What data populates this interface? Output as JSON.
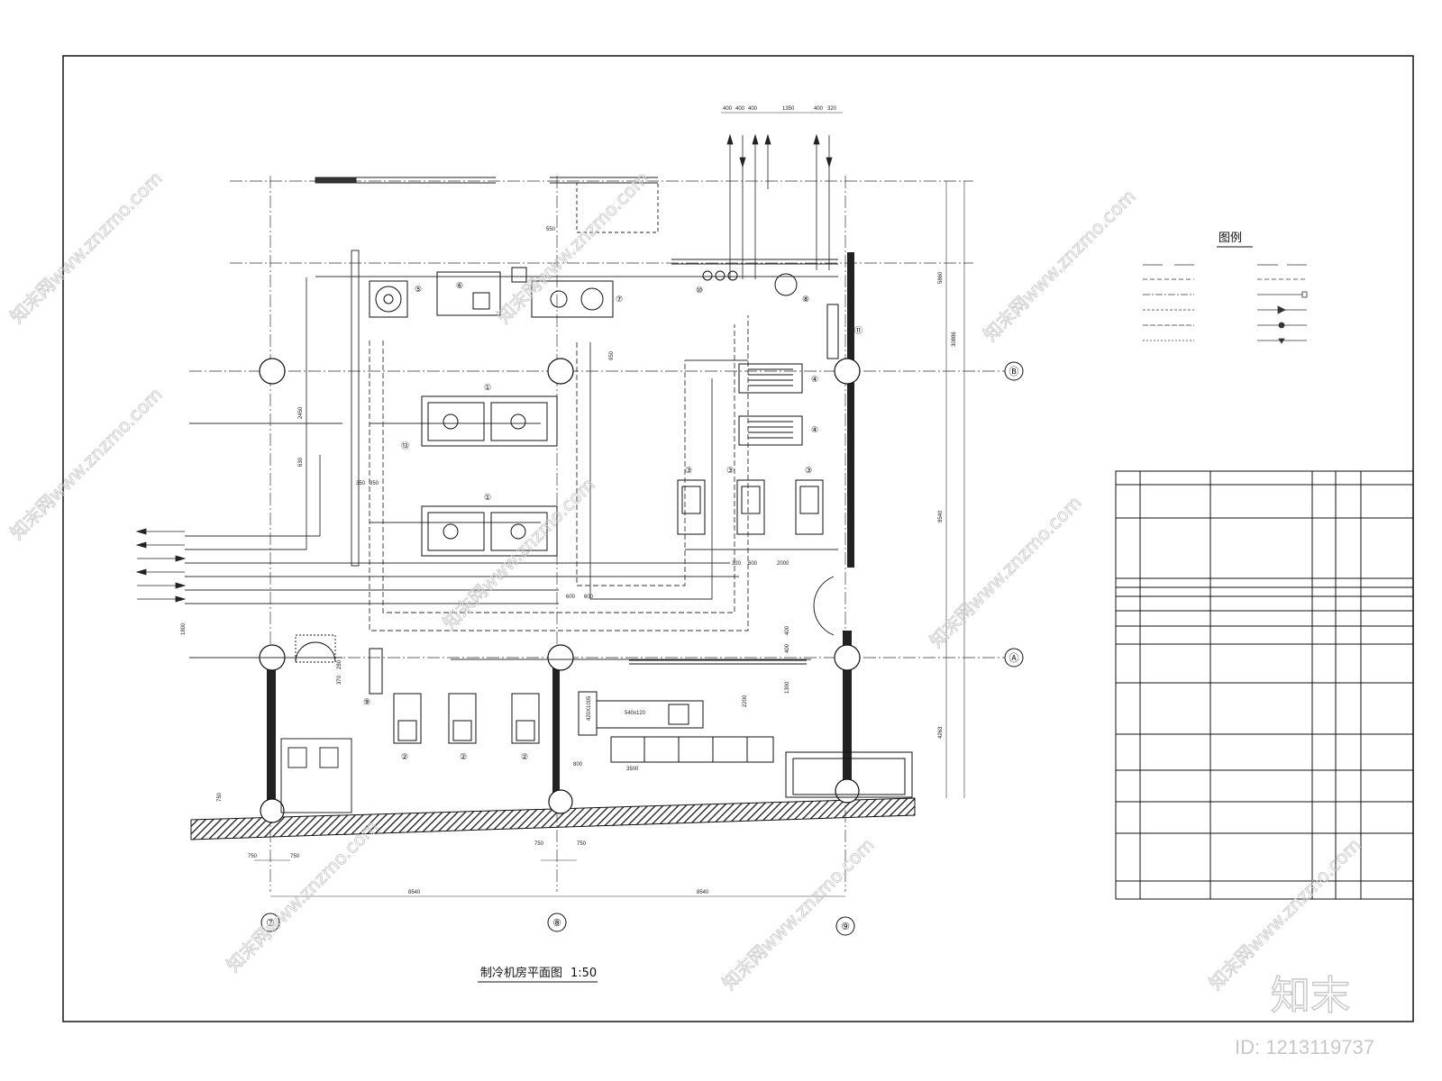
{
  "drawing": {
    "title": "制冷机房平面图",
    "scale": "1:50",
    "legend_title": "图例",
    "axes": {
      "columns": [
        "⑦",
        "⑧",
        "⑨"
      ],
      "rows": [
        "Ⓑ",
        "Ⓐ"
      ]
    },
    "equipment_tags": [
      "①",
      "①",
      "②",
      "②",
      "②",
      "③",
      "③",
      "③",
      "④",
      "④",
      "⑤",
      "⑥",
      "⑦",
      "⑧",
      "⑨",
      "⑩",
      "⑪",
      "⑬"
    ],
    "dimensions": {
      "bottom_spans": [
        "8540",
        "8540"
      ],
      "column_widths": [
        "750",
        "750",
        "750",
        "750"
      ],
      "top_pipes": [
        "400",
        "400",
        "400",
        "1350",
        "400",
        "320"
      ],
      "right_overall": "30886",
      "right_segments": [
        "5860",
        "8540",
        "4263"
      ],
      "misc": [
        "550",
        "950",
        "2450",
        "630",
        "350",
        "350",
        "600",
        "600",
        "1800",
        "370",
        "280",
        "3500",
        "800",
        "540x120",
        "420X1005",
        "320",
        "600",
        "2000",
        "400",
        "400",
        "1300",
        "2200",
        "750"
      ]
    },
    "watermark": {
      "site": "知末网www.znzmo.com",
      "brand": "知末",
      "id": "ID: 1213119737"
    }
  }
}
